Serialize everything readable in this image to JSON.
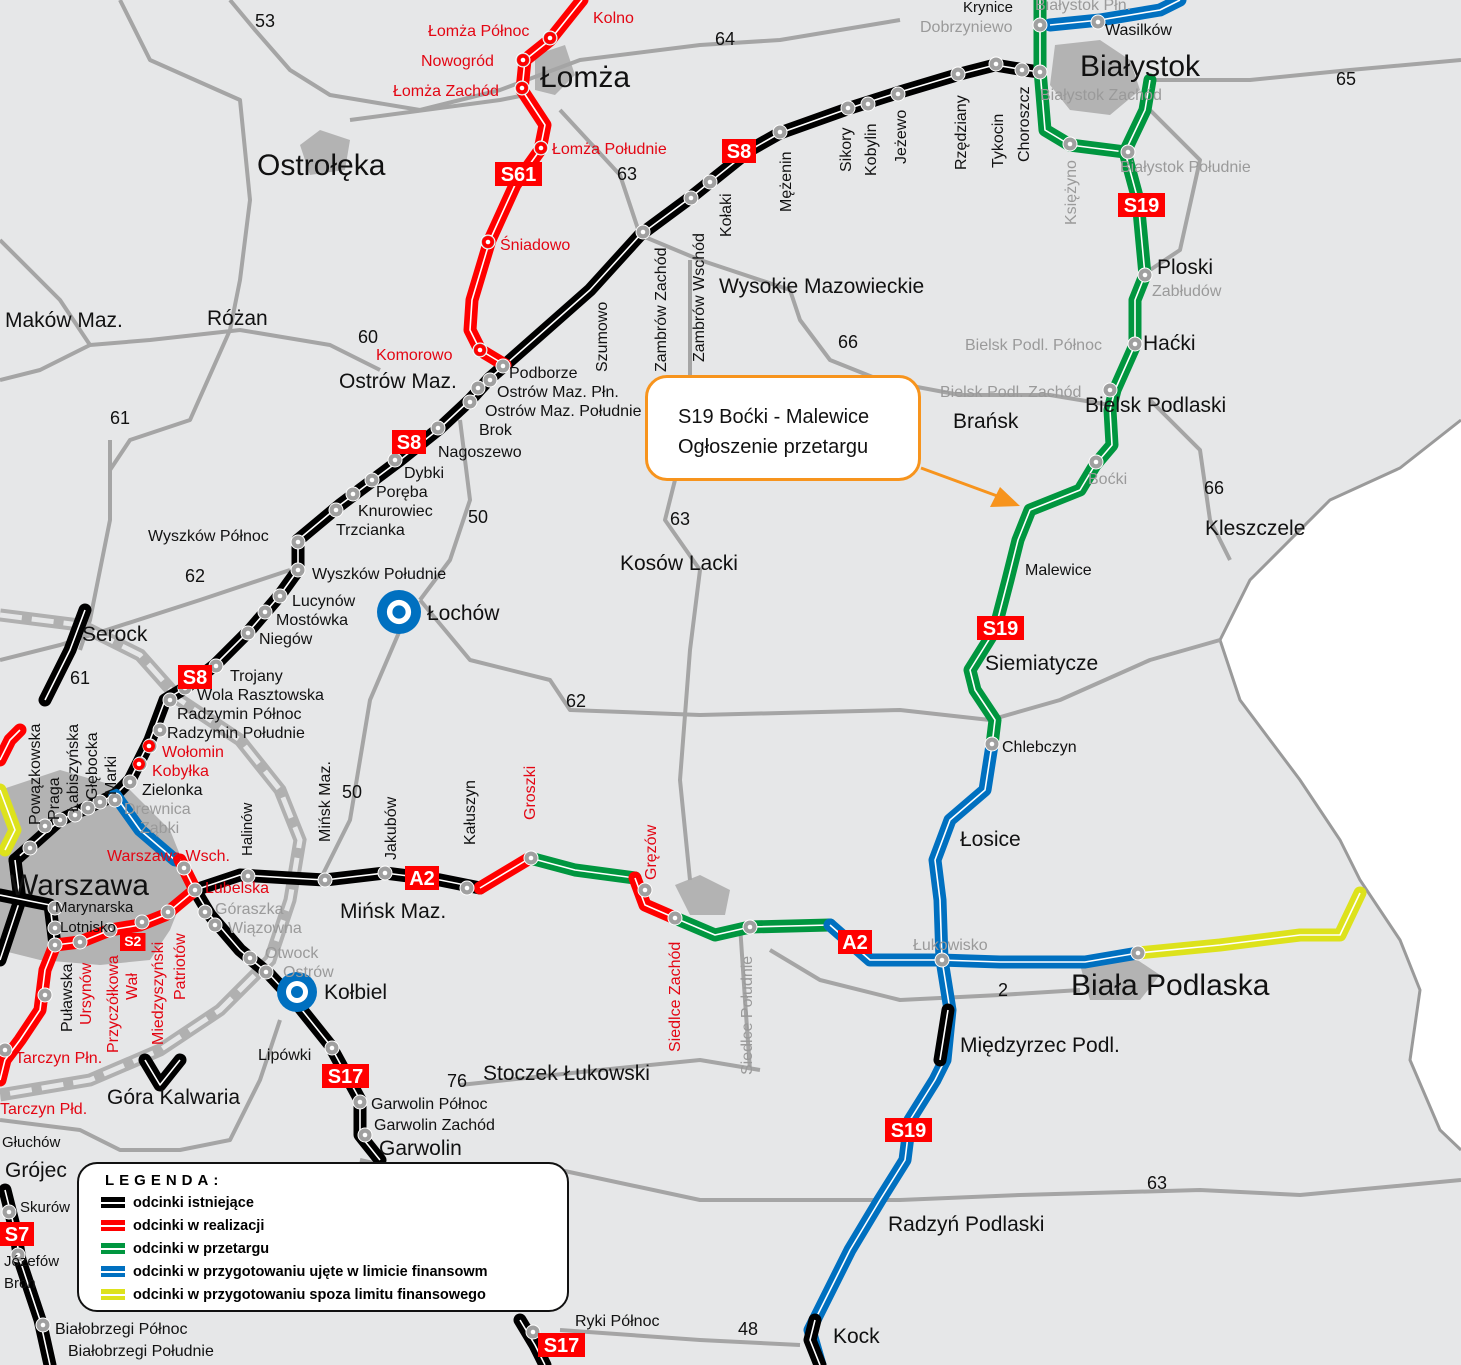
{
  "colors": {
    "existing": "#000000",
    "in_realization": "#ff0000",
    "tender": "#00963f",
    "prepared_in_limit": "#0070c0",
    "prepared_outside_limit": "#dde21c",
    "road": "#a5a5a5",
    "callout_border": "#f7941d",
    "background": "#e6e7e8"
  },
  "callout": {
    "line1": "S19 Boćki - Malewice",
    "line2": "Ogłoszenie przetargu"
  },
  "legend": {
    "title": "LEGENDA:",
    "items": [
      {
        "label": "odcinki istniejące",
        "color": "#000000"
      },
      {
        "label": "odcinki w realizacji",
        "color": "#ff0000"
      },
      {
        "label": "odcinki w przetargu",
        "color": "#00963f"
      },
      {
        "label": "odcinki w przygotowaniu ujęte w limicie finansowm",
        "color": "#0070c0"
      },
      {
        "label": "odcinki w przygotowaniu spoza limitu finansowego",
        "color": "#dde21c"
      }
    ]
  },
  "badges": [
    "S61",
    "S8",
    "S19",
    "S8",
    "S8",
    "S19",
    "A2",
    "A2",
    "S2",
    "S17",
    "S19",
    "S7",
    "S17"
  ],
  "labels": [
    "53",
    "Łomża Północ",
    "Kolno",
    "Nowogród",
    "Łomża",
    "Łomża Zachód",
    "64",
    "Krynice",
    "Dobrzyniewo",
    "Białystok Płn.",
    "Wasilków",
    "Białystok",
    "Białystok Zachód",
    "65",
    "Łomża Południe",
    "Ostrołęka",
    "63",
    "Śniadowo",
    "Białystok Południe",
    "Mężenin",
    "Sikory",
    "Kobylin",
    "Jeżewo",
    "Rzędziany",
    "Tykocin",
    "Choroszcz",
    "Księżyno",
    "Kołaki",
    "Zambrów Wschód",
    "Zambrów Zachód",
    "Szumowo",
    "Wysokie Mazowieckie",
    "Ploski",
    "Zabłudów",
    "Maków Maz.",
    "Różan",
    "60",
    "66",
    "Komorowo",
    "Bielsk Podl. Północ",
    "Haćki",
    "Podborze",
    "Ostrów Maz.",
    "Ostrów Maz. Płn.",
    "Ostrów Maz. Południe",
    "Brok",
    "Bielsk Podl. Zachód",
    "Bielsk Podlaski",
    "Brańsk",
    "61",
    "Nagoszewo",
    "Dybki",
    "Poręba",
    "Knurowiec",
    "Trzcianka",
    "50",
    "63",
    "Boćki",
    "66",
    "Kleszczele",
    "Wyszków Północ",
    "Wyszków Południe",
    "Kosów Lacki",
    "Malewice",
    "62",
    "Łochów",
    "Lucynów",
    "Mostówka",
    "Niegów",
    "Serock",
    "Siemiatycze",
    "61",
    "Trojany",
    "Wola Rasztowska",
    "62",
    "Radzymin Północ",
    "Radzymin Południe",
    "Chlebczyn",
    "Wołomin",
    "Kobyłka",
    "Powązkowska",
    "Praga",
    "Łabiszyńska",
    "Głębocka",
    "Marki",
    "Zielonka",
    "Drewnica",
    "Ząbki",
    "50",
    "Mińsk Maz.",
    "Jakubów",
    "Kałuszyn",
    "Groszki",
    "Halinów",
    "Gręzów",
    "Siedlce Zachód",
    "Siedlce Południe",
    "Łosice",
    "Warszawa Wsch.",
    "Warszawa",
    "Lubelska",
    "Marynarska",
    "Góraszka",
    "Lotnisko",
    "Wiązowna",
    "Mińsk Maz.",
    "Puławska",
    "Ursynów",
    "Przyczółkowa",
    "Wał",
    "Miedzyszyński",
    "Patriotów",
    "Otwock",
    "Ostrów",
    "Łukowisko",
    "2",
    "Biała Podlaska",
    "Kołbiel",
    "Międzyrzec Podl.",
    "Lipówki",
    "Tarczyn Płn.",
    "76",
    "Stoczek Łukowski",
    "Góra Kalwaria",
    "Garwolin Północ",
    "Tarczyn Płd.",
    "Garwolin Zachód",
    "Garwolin",
    "Głuchów",
    "Grójec",
    "63",
    "Skurów",
    "Radzyń Podlaski",
    "Józefów",
    "Bron",
    "Ryki Północ",
    "Białobrzegi Północ",
    "Białobrzegi Południe",
    "48",
    "Kock"
  ]
}
